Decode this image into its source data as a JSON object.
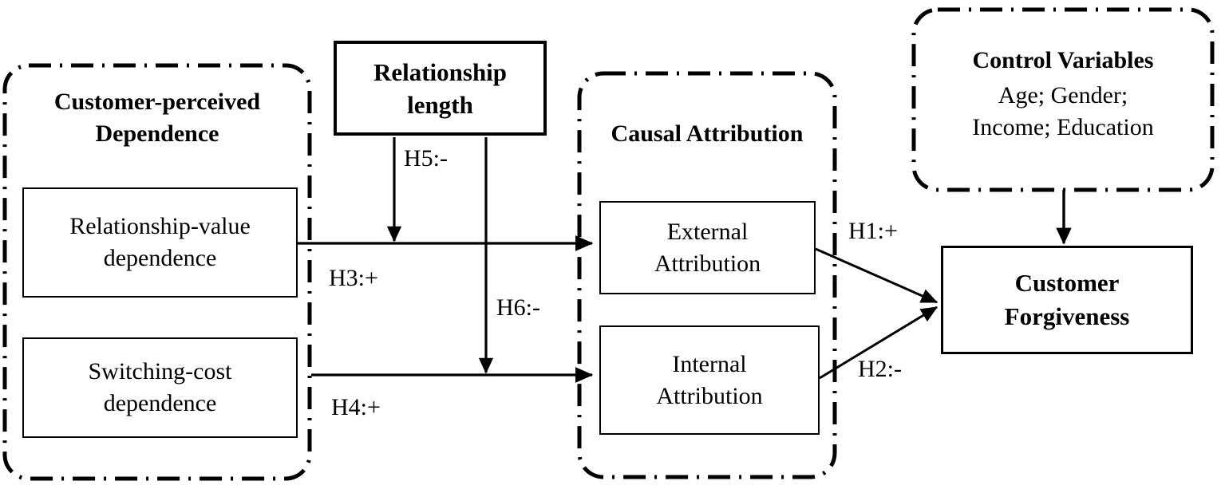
{
  "diagram": {
    "type": "conceptual-model",
    "title": "Customer-perceived dependence and customer forgiveness conceptual model",
    "colors": {
      "stroke": "#000000",
      "background": "#ffffff",
      "text": "#000000"
    },
    "groups": [
      {
        "id": "customer-perceived-dependence",
        "title": "Customer-perceived",
        "title_line2": "Dependence",
        "border_style": "dash-dot",
        "boxes": [
          {
            "id": "relationship-value-dependence",
            "line1": "Relationship-value",
            "line2": "dependence",
            "weight": "regular"
          },
          {
            "id": "switching-cost-dependence",
            "line1": "Switching-cost",
            "line2": "dependence",
            "weight": "regular"
          }
        ]
      },
      {
        "id": "causal-attribution",
        "title": "Causal Attribution",
        "border_style": "dash-dot",
        "boxes": [
          {
            "id": "external-attribution",
            "line1": "External",
            "line2": "Attribution",
            "weight": "regular"
          },
          {
            "id": "internal-attribution",
            "line1": "Internal",
            "line2": "Attribution",
            "weight": "regular"
          }
        ]
      },
      {
        "id": "control-variables",
        "title": "Control Variables",
        "border_style": "dash-dot",
        "sub_line1": "Age; Gender;",
        "sub_line2": "Income; Education"
      }
    ],
    "standalone_boxes": [
      {
        "id": "relationship-length",
        "line1": "Relationship",
        "line2": "length",
        "weight": "bold",
        "border": "thick"
      },
      {
        "id": "customer-forgiveness",
        "line1": "Customer",
        "line2": "Forgiveness",
        "weight": "bold",
        "border": "thick"
      }
    ],
    "hypotheses": [
      {
        "id": "H1",
        "label": "H1:+",
        "from": "external-attribution",
        "to": "customer-forgiveness",
        "sign": "+"
      },
      {
        "id": "H2",
        "label": "H2:-",
        "from": "internal-attribution",
        "to": "customer-forgiveness",
        "sign": "-"
      },
      {
        "id": "H3",
        "label": "H3:+",
        "from": "relationship-value-dependence",
        "to": "external-attribution",
        "sign": "+"
      },
      {
        "id": "H4",
        "label": "H4:+",
        "from": "switching-cost-dependence",
        "to": "internal-attribution",
        "sign": "+"
      },
      {
        "id": "H5",
        "label": "H5:-",
        "from": "relationship-length",
        "to": "H3",
        "sign": "-",
        "kind": "moderation"
      },
      {
        "id": "H6",
        "label": "H6:-",
        "from": "relationship-length",
        "to": "H4",
        "sign": "-",
        "kind": "moderation"
      }
    ],
    "control_link": {
      "from": "control-variables",
      "to": "customer-forgiveness"
    }
  }
}
